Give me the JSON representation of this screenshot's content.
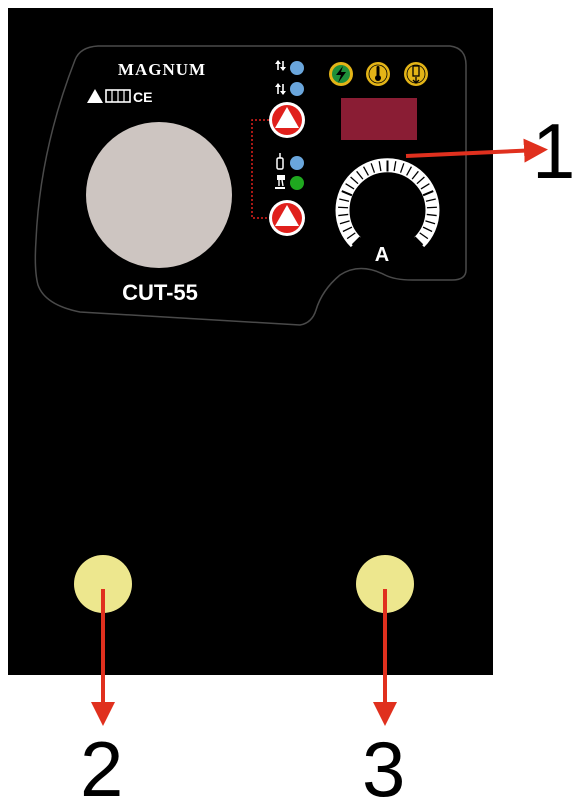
{
  "brand": "MAGNUM",
  "model": "CUT-55",
  "knob_label": "A",
  "certification": "CE",
  "callouts": [
    "1",
    "2",
    "3"
  ],
  "mode_indicators": [
    {
      "icon": "two-stroke-trigger-icon",
      "led_color": "#6aa6dc"
    },
    {
      "icon": "four-stroke-trigger-icon",
      "led_color": "#6aa6dc"
    },
    {
      "icon": "gas-test-icon",
      "led_color": "#6aa6dc"
    },
    {
      "icon": "cutting-mode-icon",
      "led_color": "#1fa81f"
    }
  ],
  "status_icons": [
    {
      "icon": "power-lightning-icon",
      "color": "#1f8f3a"
    },
    {
      "icon": "thermometer-icon",
      "color": "#e3b417"
    },
    {
      "icon": "air-pressure-icon",
      "color": "#e3b417"
    }
  ],
  "colors": {
    "panel": "#000000",
    "display": "#8a1d34",
    "knob_face": "#cdc5c1",
    "terminal": "#ede78e",
    "button": "#e0201c",
    "arrow": "#e0301e"
  }
}
